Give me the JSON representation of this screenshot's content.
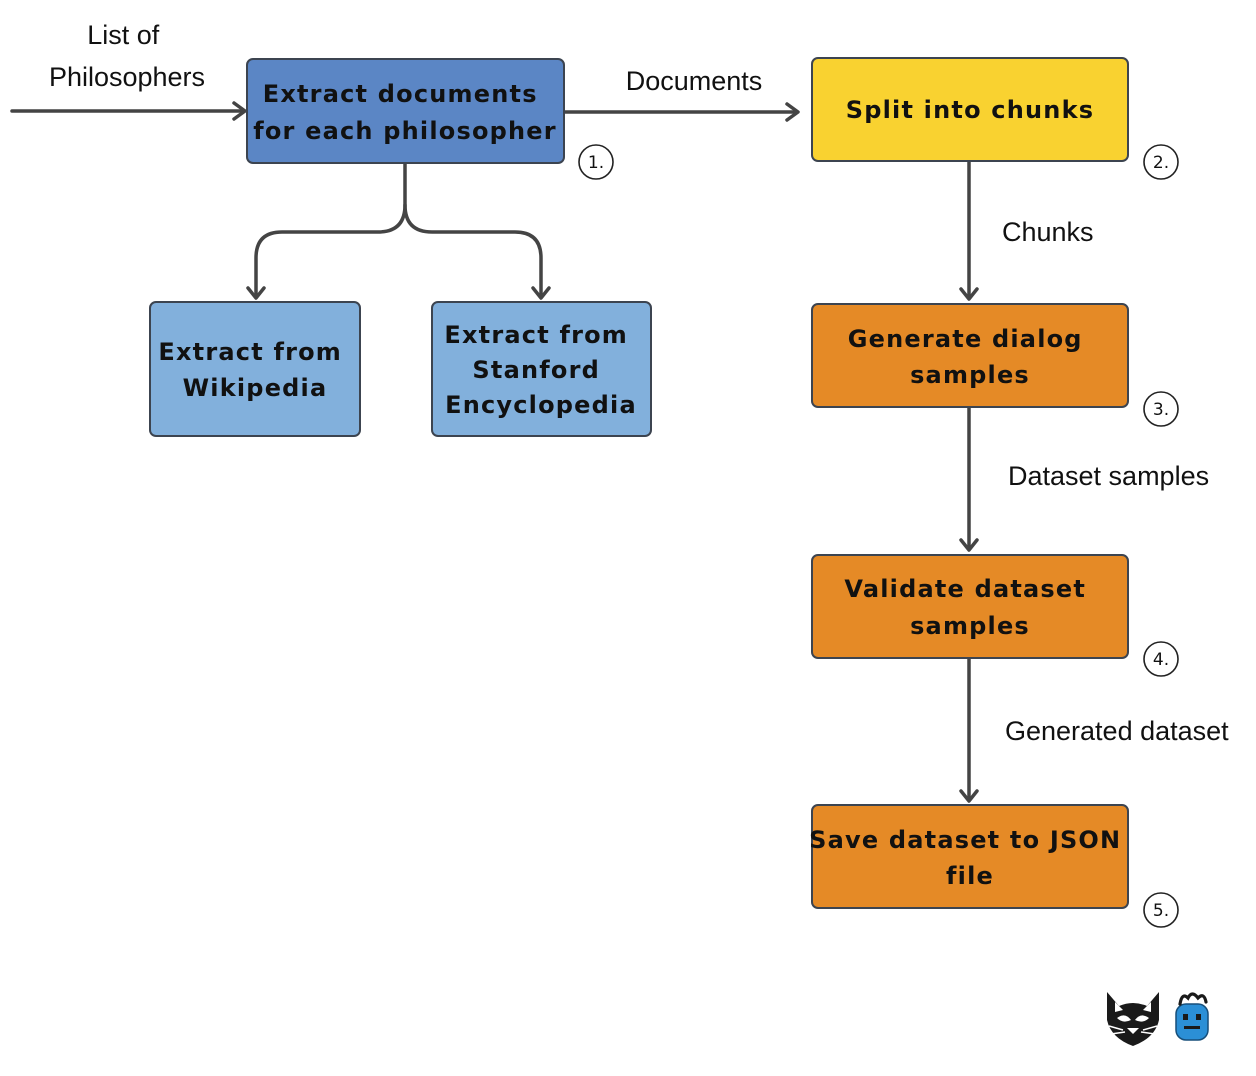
{
  "colors": {
    "box_dark_blue": "#5b86c5",
    "box_light_blue": "#82b0dc",
    "box_yellow": "#f9d230",
    "box_orange": "#e58a26",
    "border": "#3c4450",
    "arrow": "#444444"
  },
  "input_label": [
    "List of",
    "Philosophers"
  ],
  "nodes": {
    "extract_docs": [
      "Extract documents",
      "for each philosopher"
    ],
    "extract_wikipedia": [
      "Extract from",
      "Wikipedia"
    ],
    "extract_stanford": [
      "Extract from",
      "Stanford",
      "Encyclopedia"
    ],
    "split_chunks": [
      "Split into chunks"
    ],
    "generate_dialog": [
      "Generate dialog",
      "samples"
    ],
    "validate_dataset": [
      "Validate dataset",
      "samples"
    ],
    "save_dataset": [
      "Save dataset to JSON",
      "file"
    ]
  },
  "edge_labels": {
    "documents": "Documents",
    "chunks": "Chunks",
    "dataset_samples": "Dataset samples",
    "generated_dataset": "Generated dataset"
  },
  "steps": [
    "1.",
    "2.",
    "3.",
    "4.",
    "5."
  ],
  "logos": [
    "cat-logo-icon",
    "robot-logo-icon"
  ]
}
